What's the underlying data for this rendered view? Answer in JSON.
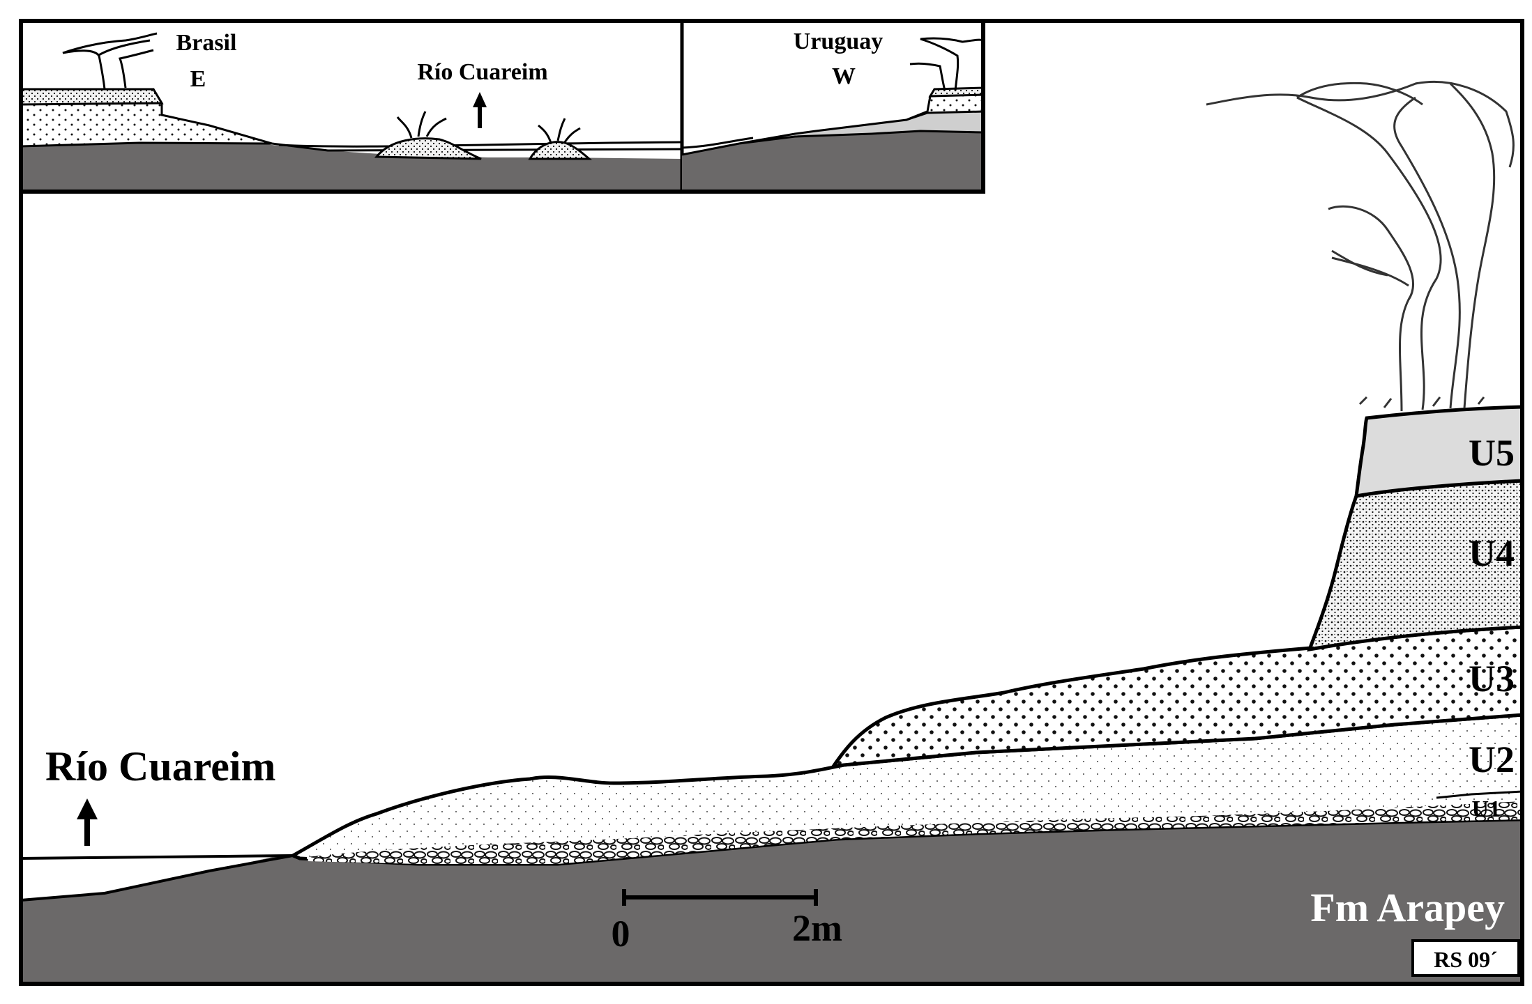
{
  "inset": {
    "left_label_line1": "Brasil",
    "left_label_line2": "E",
    "river_label": "Río Cuareim",
    "right_label_line1": "Uruguay",
    "right_label_line2": "W"
  },
  "main": {
    "river_label": "Río Cuareim",
    "units": [
      "U5",
      "U4",
      "U3",
      "U2",
      "U1"
    ],
    "bedrock_label": "Fm Arapey",
    "scale_bar": {
      "start_label": "0",
      "end_label": "2m"
    },
    "signature": "RS 09´"
  },
  "colors": {
    "bedrock": "#6b6969",
    "frame": "#000000",
    "u5_fill": "#dcdcdc",
    "bedrock_text": "#ffffff"
  }
}
